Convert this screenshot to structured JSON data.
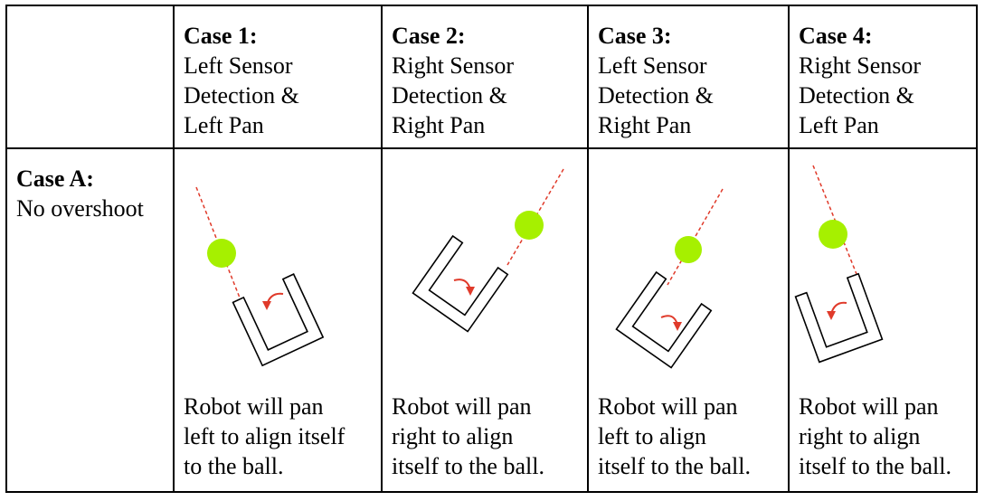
{
  "header": {
    "cases": [
      {
        "title": "Case 1:",
        "lines": [
          "Left Sensor",
          "Detection &",
          "Left Pan"
        ]
      },
      {
        "title": "Case 2:",
        "lines": [
          "Right Sensor",
          "Detection &",
          "Right Pan"
        ]
      },
      {
        "title": "Case 3:",
        "lines": [
          "Left Sensor",
          "Detection &",
          "Right Pan"
        ]
      },
      {
        "title": "Case 4:",
        "lines": [
          "Right Sensor",
          "Detection &",
          "Left Pan"
        ]
      }
    ]
  },
  "row": {
    "title": "Case A:",
    "subtitle": "No overshoot",
    "captions": [
      [
        "Robot will pan",
        "left to align itself",
        "to the ball."
      ],
      [
        "Robot will pan",
        "right to align",
        "itself to the ball."
      ],
      [
        "Robot will pan",
        "left to align",
        "itself to the ball."
      ],
      [
        "Robot will pan",
        "right to align",
        "itself to the ball."
      ]
    ]
  },
  "colors": {
    "ball": "#a6f000",
    "sensor_line": "#e03a2a",
    "arrow": "#e03a2a",
    "robot_outline": "#000000"
  }
}
